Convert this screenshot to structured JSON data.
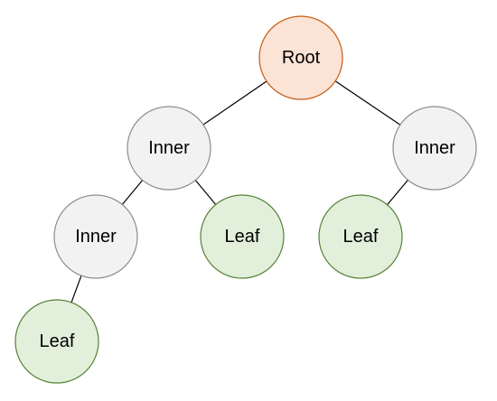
{
  "diagram": {
    "type": "tree",
    "colors": {
      "root_fill": "#fbe3d6",
      "root_stroke": "#c55a11",
      "inner_fill": "#f2f2f2",
      "inner_stroke": "#8c8c8c",
      "leaf_fill": "#e2efda",
      "leaf_stroke": "#548235",
      "edge": "#000000"
    },
    "nodes": [
      {
        "id": "root",
        "label": "Root",
        "kind": "root"
      },
      {
        "id": "inner-l",
        "label": "Inner",
        "kind": "inner"
      },
      {
        "id": "inner-r",
        "label": "Inner",
        "kind": "inner"
      },
      {
        "id": "inner-ll",
        "label": "Inner",
        "kind": "inner"
      },
      {
        "id": "leaf-lr",
        "label": "Leaf",
        "kind": "leaf"
      },
      {
        "id": "leaf-rl",
        "label": "Leaf",
        "kind": "leaf"
      },
      {
        "id": "leaf-lll",
        "label": "Leaf",
        "kind": "leaf"
      }
    ],
    "edges": [
      {
        "from": "root",
        "to": "inner-l"
      },
      {
        "from": "root",
        "to": "inner-r"
      },
      {
        "from": "inner-l",
        "to": "inner-ll"
      },
      {
        "from": "inner-l",
        "to": "leaf-lr"
      },
      {
        "from": "inner-r",
        "to": "leaf-rl"
      },
      {
        "from": "inner-ll",
        "to": "leaf-lll"
      }
    ]
  }
}
